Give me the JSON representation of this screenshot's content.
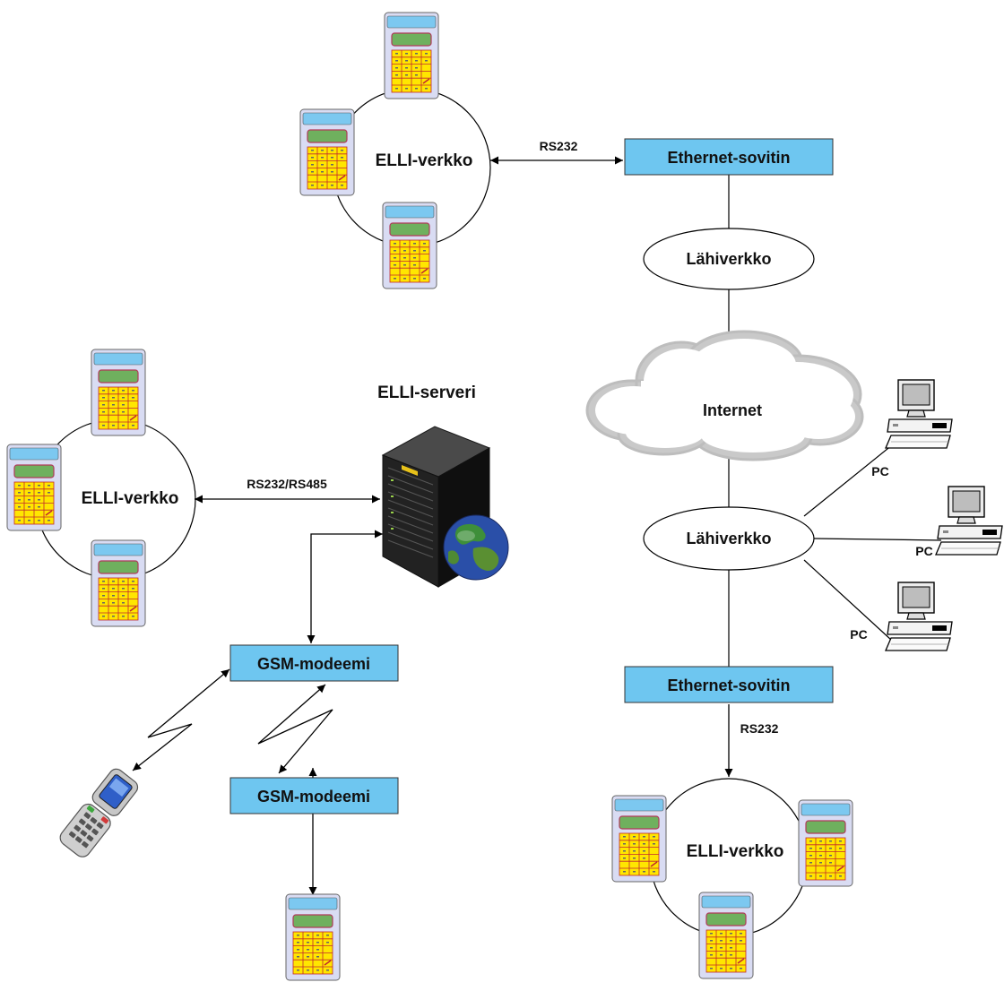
{
  "nodes": {
    "elli_network_top": "ELLI-verkko",
    "elli_network_left": "ELLI-verkko",
    "elli_network_bottom": "ELLI-verkko",
    "elli_server": "ELLI-serveri",
    "ethernet_adapter_top": "Ethernet-sovitin",
    "ethernet_adapter_bottom": "Ethernet-sovitin",
    "lan_top": "Lähiverkko",
    "lan_bottom": "Lähiverkko",
    "internet": "Internet",
    "gsm_modem_1": "GSM-modeemi",
    "gsm_modem_2": "GSM-modeemi"
  },
  "links": {
    "rs232_top": "RS232",
    "rs232_rs485": "RS232/RS485",
    "rs232_bottom": "RS232"
  },
  "pcs": [
    "PC",
    "PC",
    "PC"
  ],
  "colors": {
    "box_fill": "#6ec6f0",
    "device_body": "#d9dcf3",
    "device_top": "#7cc8f0",
    "device_screen": "#6fb05e",
    "device_keypad": "#ffe600",
    "device_key_border": "#c0282d"
  },
  "icons": {
    "terminal": "handheld-terminal-icon",
    "server": "server-rack-icon",
    "globe": "globe-icon",
    "cloud": "cloud-icon",
    "pc": "desktop-pc-icon",
    "phone": "mobile-phone-icon"
  }
}
